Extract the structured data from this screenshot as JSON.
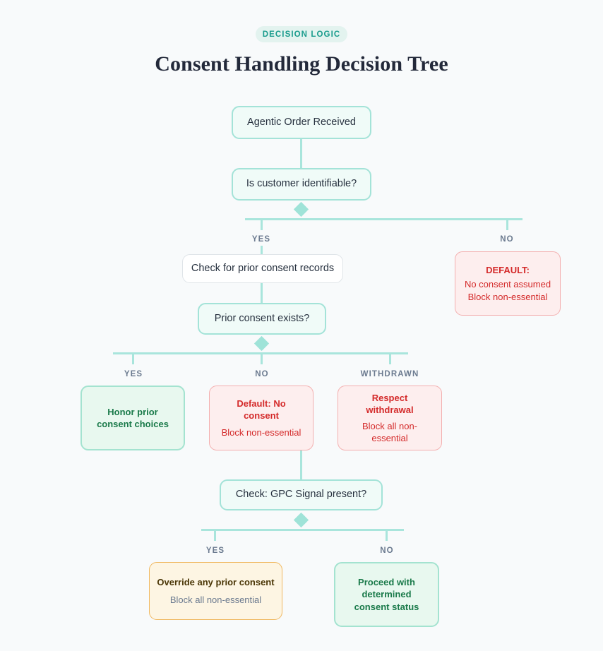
{
  "header": {
    "badge": "DECISION LOGIC",
    "title": "Consent Handling Decision Tree"
  },
  "colors": {
    "background": "#f8fafb",
    "connector": "#a9e5dc",
    "badge_bg": "#e3f3ef",
    "badge_text": "#1a9c8d",
    "title_text": "#23293a",
    "branch_label": "#6b7a8f",
    "teal_fill": "#f0fbf8",
    "teal_border": "#a4e3d8",
    "white_fill": "#ffffff",
    "white_border": "#dfe4e8",
    "red_fill": "#fdeeee",
    "red_border": "#f3afaf",
    "red_text": "#d42a2a",
    "green_fill": "#e8f8ef",
    "green_border": "#a4e3d0",
    "green_text": "#1a7a4a",
    "amber_fill": "#fdf5e3",
    "amber_border": "#f0b860",
    "amber_text": "#4a3606"
  },
  "nodes": {
    "start": {
      "label": "Agentic Order Received"
    },
    "identifiable": {
      "label": "Is customer identifiable?"
    },
    "default_no_id": {
      "line1": "DEFAULT:",
      "line2": "No consent assumed",
      "line3": "Block non-essential"
    },
    "check_records": {
      "label": "Check for prior consent records"
    },
    "prior_consent": {
      "label": "Prior consent exists?"
    },
    "honor_prior": {
      "line1": "Honor prior",
      "line2": "consent choices"
    },
    "default_no_consent": {
      "line1": "Default: No",
      "line2": "consent",
      "line3": "Block non-essential"
    },
    "respect_withdrawal": {
      "line1": "Respect",
      "line2": "withdrawal",
      "line3": "Block all non-",
      "line4": "essential"
    },
    "gpc_check": {
      "label": "Check: GPC Signal present?"
    },
    "override": {
      "line1": "Override any prior consent",
      "line2": "Block all non-essential"
    },
    "proceed": {
      "line1": "Proceed with",
      "line2": "determined",
      "line3": "consent status"
    }
  },
  "branch_labels": {
    "b1_yes": "YES",
    "b1_no": "NO",
    "b2_yes": "YES",
    "b2_no": "NO",
    "b2_withdrawn": "WITHDRAWN",
    "b3_yes": "YES",
    "b3_no": "NO"
  }
}
